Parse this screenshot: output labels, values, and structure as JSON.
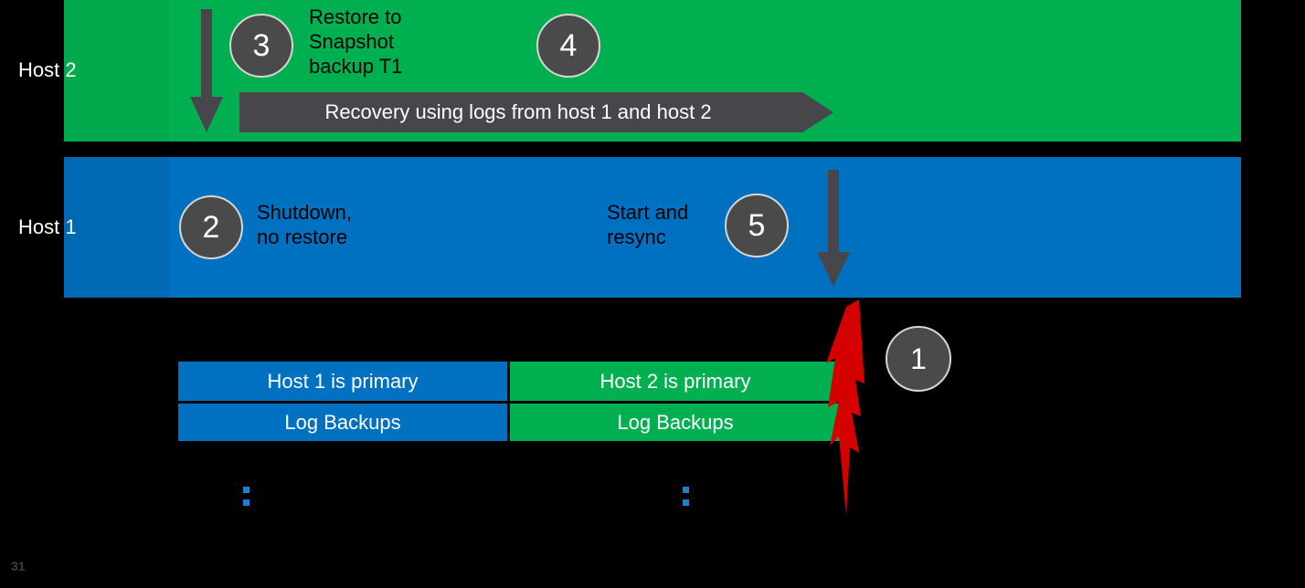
{
  "slide": {
    "background_color": "#000000",
    "page_number": "31"
  },
  "palette": {
    "green": "#00B050",
    "blue": "#0070C0",
    "dark_gray": "#4A4A4A",
    "arrow_gray": "#46464B",
    "red": "#D40000",
    "marker_blue": "#1B7FD4",
    "white": "#FFFFFF"
  },
  "bands": {
    "host2": {
      "label": "Host 2",
      "color": "#00B050"
    },
    "host1": {
      "label": "Host 1",
      "color": "#0070C0"
    }
  },
  "steps": {
    "one": {
      "number": "1"
    },
    "two": {
      "number": "2",
      "caption": "Shutdown,\nno restore"
    },
    "three": {
      "number": "3",
      "caption": "Restore to\nSnapshot\nbackup T1"
    },
    "four": {
      "number": "4"
    },
    "five": {
      "number": "5",
      "caption": "Start and\nresync"
    }
  },
  "recovery_arrow": {
    "label": "Recovery using logs from host 1 and host 2"
  },
  "timeline": {
    "cells": [
      {
        "label": "Host 1 is primary",
        "color": "#0070C0"
      },
      {
        "label": "Host 2 is primary",
        "color": "#00B050"
      },
      {
        "label": "Log Backups",
        "color": "#0070C0"
      },
      {
        "label": "Log Backups",
        "color": "#00B050"
      }
    ]
  },
  "markers": {
    "left_colon": ":",
    "right_colon": ":"
  }
}
